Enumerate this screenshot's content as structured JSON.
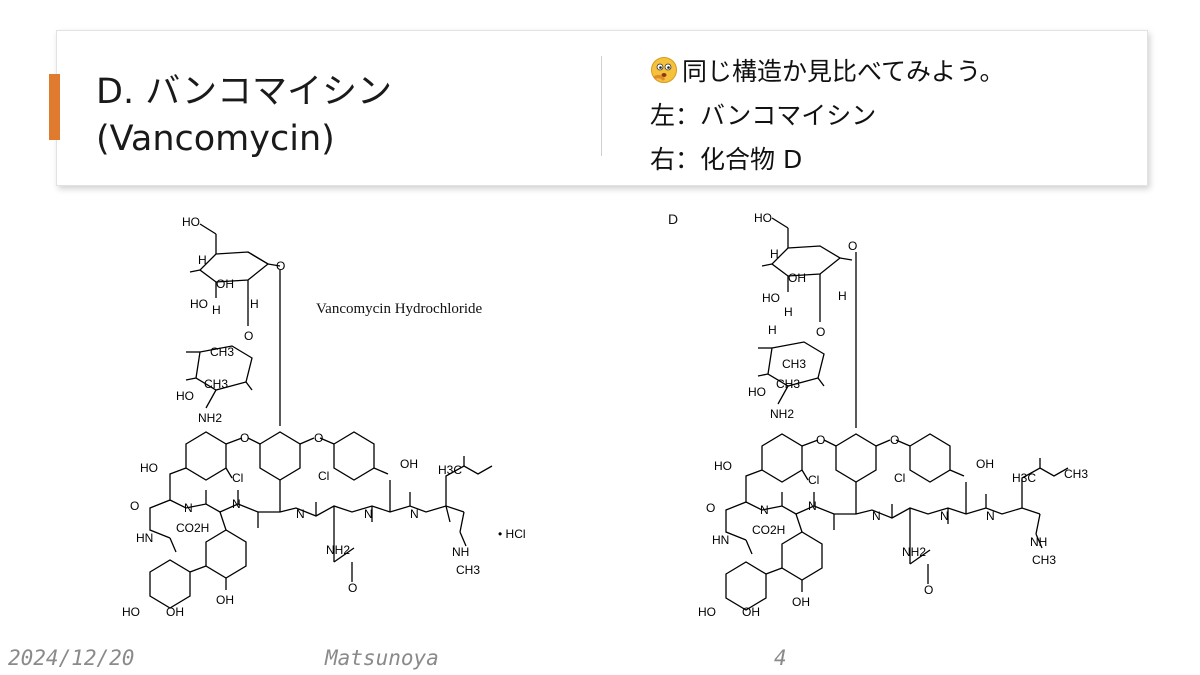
{
  "header": {
    "title_line1": "D. バンコマイシン",
    "title_line2": "(Vancomycin)",
    "note_line1": "同じ構造か見比べてみよう。",
    "note_line2": "左：バンコマイシン",
    "note_line3": "右：化合物 D",
    "emoji_icon": "thinking-face-icon",
    "accent_color": "#e07a2e"
  },
  "left_structure": {
    "caption": "Vancomycin Hydrochloride",
    "salt": "• HCl"
  },
  "right_structure": {
    "label": "D"
  },
  "structure_labels": {
    "ho_top": "HO",
    "oh_sugar": "OH",
    "h": "H",
    "o": "O",
    "ch3": "CH3",
    "ho": "HO",
    "nh2": "NH2",
    "cl": "Cl",
    "co2h": "CO2H",
    "hn": "HN",
    "n": "N",
    "oh": "OH",
    "h3c": "H3C",
    "nh": "NH"
  },
  "footer": {
    "date": "2024/12/20",
    "author": "Matsunoya",
    "page": "4"
  }
}
